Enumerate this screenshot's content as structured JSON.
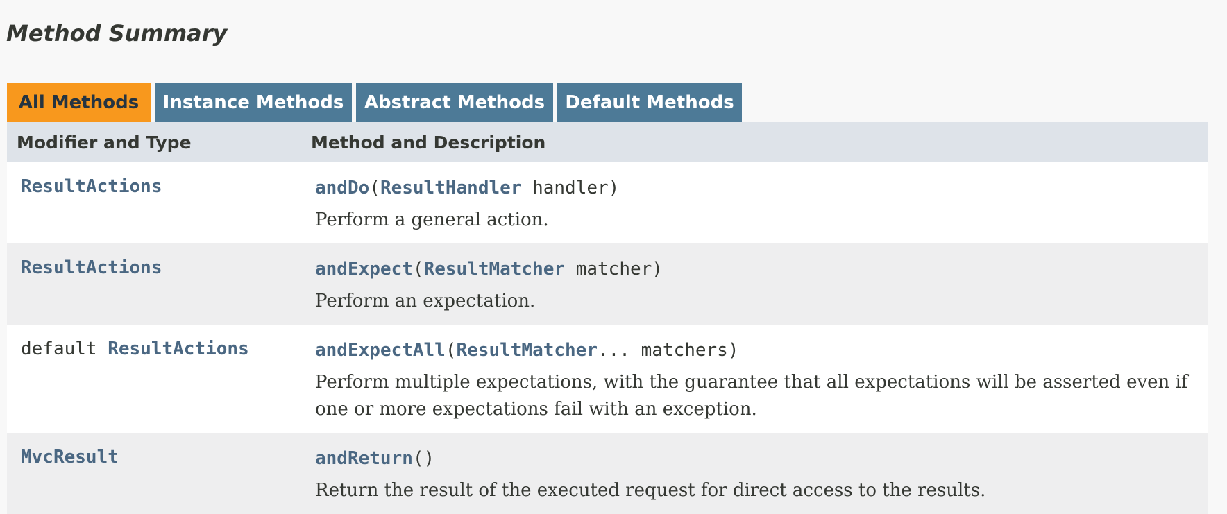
{
  "section": {
    "title": "Method Summary"
  },
  "tabs": [
    {
      "label": "All Methods",
      "active": true
    },
    {
      "label": "Instance Methods",
      "active": false
    },
    {
      "label": "Abstract Methods",
      "active": false
    },
    {
      "label": "Default Methods",
      "active": false
    }
  ],
  "table": {
    "headers": {
      "modifier": "Modifier and Type",
      "method": "Method and Description"
    },
    "rows": [
      {
        "modifier_prefix": "",
        "type": "ResultActions",
        "method_name": "andDo",
        "open_paren": "(",
        "param_type": "ResultHandler",
        "param_rest": " handler)",
        "close": "",
        "description": "Perform a general action."
      },
      {
        "modifier_prefix": "",
        "type": "ResultActions",
        "method_name": "andExpect",
        "open_paren": "(",
        "param_type": "ResultMatcher",
        "param_rest": " matcher)",
        "close": "",
        "description": "Perform an expectation."
      },
      {
        "modifier_prefix": "default ",
        "type": "ResultActions",
        "method_name": "andExpectAll",
        "open_paren": "(",
        "param_type": "ResultMatcher",
        "param_rest": "... matchers)",
        "close": "",
        "description": "Perform multiple expectations, with the guarantee that all expectations will be asserted even if one or more expectations fail with an exception."
      },
      {
        "modifier_prefix": "",
        "type": "MvcResult",
        "method_name": "andReturn",
        "open_paren": "",
        "param_type": "",
        "param_rest": "",
        "close": "()",
        "description": "Return the result of the executed request for direct access to the results."
      }
    ]
  },
  "colors": {
    "active_tab": "#f8981d",
    "inactive_tab": "#4d7a97",
    "header_row": "#dee3e9",
    "link": "#4a6782"
  }
}
